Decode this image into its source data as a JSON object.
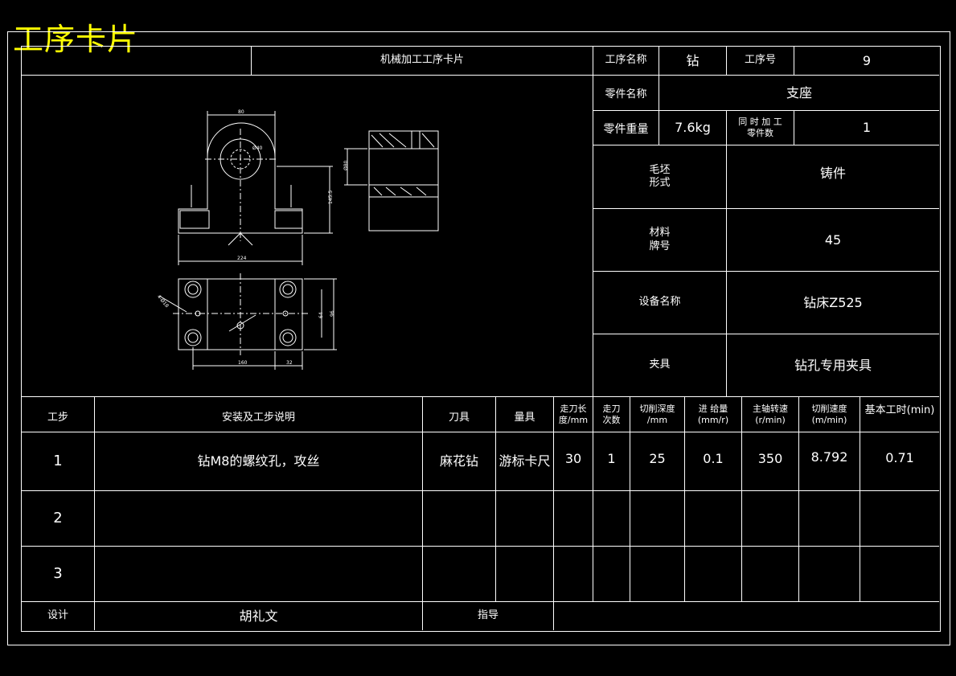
{
  "card_title": "工序卡片",
  "header": {
    "card_name": "机械加工工序卡片",
    "process_name_label": "工序名称",
    "process_name": "钻",
    "process_no_label": "工序号",
    "process_no": "9",
    "part_name_label": "零件名称",
    "part_name": "支座",
    "part_weight_label": "零件重量",
    "part_weight": "7.6kg",
    "simul_label": "同 时 加 工\n零件数",
    "simul_count": "1",
    "blank_label": "毛坯\n形式",
    "blank_value": "铸件",
    "material_label": "材料\n牌号",
    "material_value": "45",
    "equipment_label": "设备名称",
    "equipment_value": "钻床Z525",
    "fixture_label": "夹具",
    "fixture_value": "钻孔专用夹具"
  },
  "table": {
    "headers": [
      "工步",
      "安装及工步说明",
      "刀具",
      "量具",
      "走刀长\n度/mm",
      "走刀\n次数",
      "切削深度\n/mm",
      "进 给量\n(mm/r)",
      "主轴转速\n(r/min)",
      "切削速度\n(m/min)",
      "基本工时(min)"
    ],
    "rows": [
      [
        "1",
        "钻M8的螺纹孔，攻丝",
        "麻花钻",
        "游标卡尺",
        "30",
        "1",
        "25",
        "0.1",
        "350",
        "8.792",
        "0.71"
      ],
      [
        "2",
        "",
        "",
        "",
        "",
        "",
        "",
        "",
        "",
        "",
        ""
      ],
      [
        "3",
        "",
        "",
        "",
        "",
        "",
        "",
        "",
        "",
        "",
        ""
      ]
    ]
  },
  "footer": {
    "design_label": "设计",
    "designer": "胡礼文",
    "guide_label": "指导",
    "guide_value": ""
  },
  "drawing": {
    "dim_top_width": "80",
    "dim_radius": "Ø40",
    "dim_height": "145.5",
    "dim_base_width": "224",
    "dim_section": "Ø80",
    "dim_hole": "4-Ø18",
    "dim_plan_width": "160",
    "dim_plan_side": "32",
    "dim_plan_height": "96",
    "dim_plan_small": "64"
  }
}
